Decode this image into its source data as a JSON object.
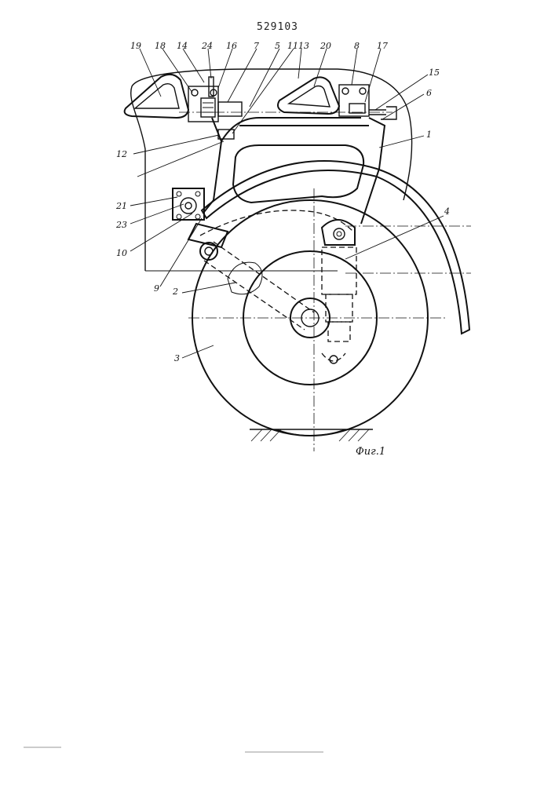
{
  "document": {
    "patent_number": "529103",
    "figure_caption": "Фиг.1"
  },
  "callouts": {
    "n19": "19",
    "n18": "18",
    "n14": "14",
    "n24": "24",
    "n16": "16",
    "n7": "7",
    "n5": "5",
    "n11": "11",
    "n13": "13",
    "n20": "20",
    "n8": "8",
    "n17": "17",
    "n15": "15",
    "n6": "6",
    "n1": "1",
    "n12": "12",
    "n21": "21",
    "n23": "23",
    "n10": "10",
    "n9": "9",
    "n2": "2",
    "n4": "4",
    "n3": "3"
  }
}
